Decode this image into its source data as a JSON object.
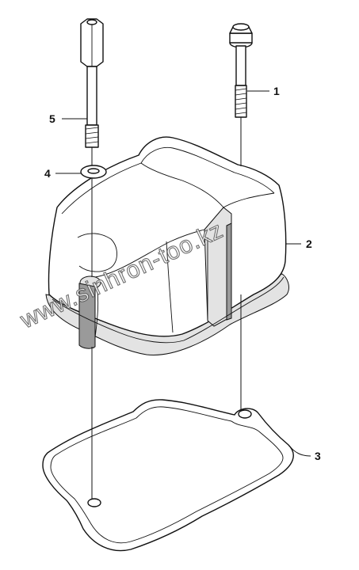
{
  "watermark": "www.sinhron-too.kz",
  "callouts": [
    {
      "id": "bolt-long",
      "label": "1"
    },
    {
      "id": "valve-cover",
      "label": "2"
    },
    {
      "id": "gasket",
      "label": "3"
    },
    {
      "id": "washer",
      "label": "4"
    },
    {
      "id": "stud-spacer",
      "label": "5"
    }
  ]
}
